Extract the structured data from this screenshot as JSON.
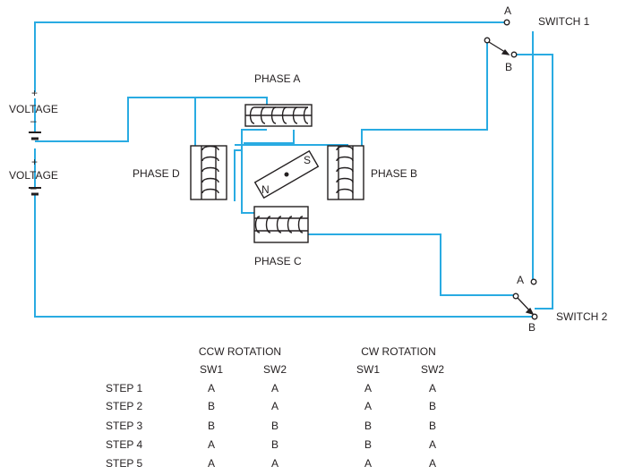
{
  "labels": {
    "switch1": "SWITCH 1",
    "switch2": "SWITCH 2",
    "sw1_terminal_a": "A",
    "sw1_terminal_b": "B",
    "sw2_terminal_a": "A",
    "sw2_terminal_b": "B",
    "phase_a": "PHASE A",
    "phase_b": "PHASE B",
    "phase_c": "PHASE C",
    "phase_d": "PHASE D",
    "voltage_top": "VOLTAGE",
    "voltage_bottom": "VOLTAGE",
    "plus": "+",
    "minus": "–",
    "rotor_n": "N",
    "rotor_s": "S"
  },
  "colors": {
    "wire": "#29abe2",
    "ink": "#231f20"
  },
  "table": {
    "ccw_title": "CCW ROTATION",
    "cw_title": "CW ROTATION",
    "sw1": "SW1",
    "sw2": "SW2",
    "rows": [
      {
        "step": "STEP 1",
        "ccw_sw1": "A",
        "ccw_sw2": "A",
        "cw_sw1": "A",
        "cw_sw2": "A"
      },
      {
        "step": "STEP 2",
        "ccw_sw1": "B",
        "ccw_sw2": "A",
        "cw_sw1": "A",
        "cw_sw2": "B"
      },
      {
        "step": "STEP 3",
        "ccw_sw1": "B",
        "ccw_sw2": "B",
        "cw_sw1": "B",
        "cw_sw2": "B"
      },
      {
        "step": "STEP 4",
        "ccw_sw1": "A",
        "ccw_sw2": "B",
        "cw_sw1": "B",
        "cw_sw2": "A"
      },
      {
        "step": "STEP 5",
        "ccw_sw1": "A",
        "ccw_sw2": "A",
        "cw_sw1": "A",
        "cw_sw2": "A"
      }
    ]
  }
}
